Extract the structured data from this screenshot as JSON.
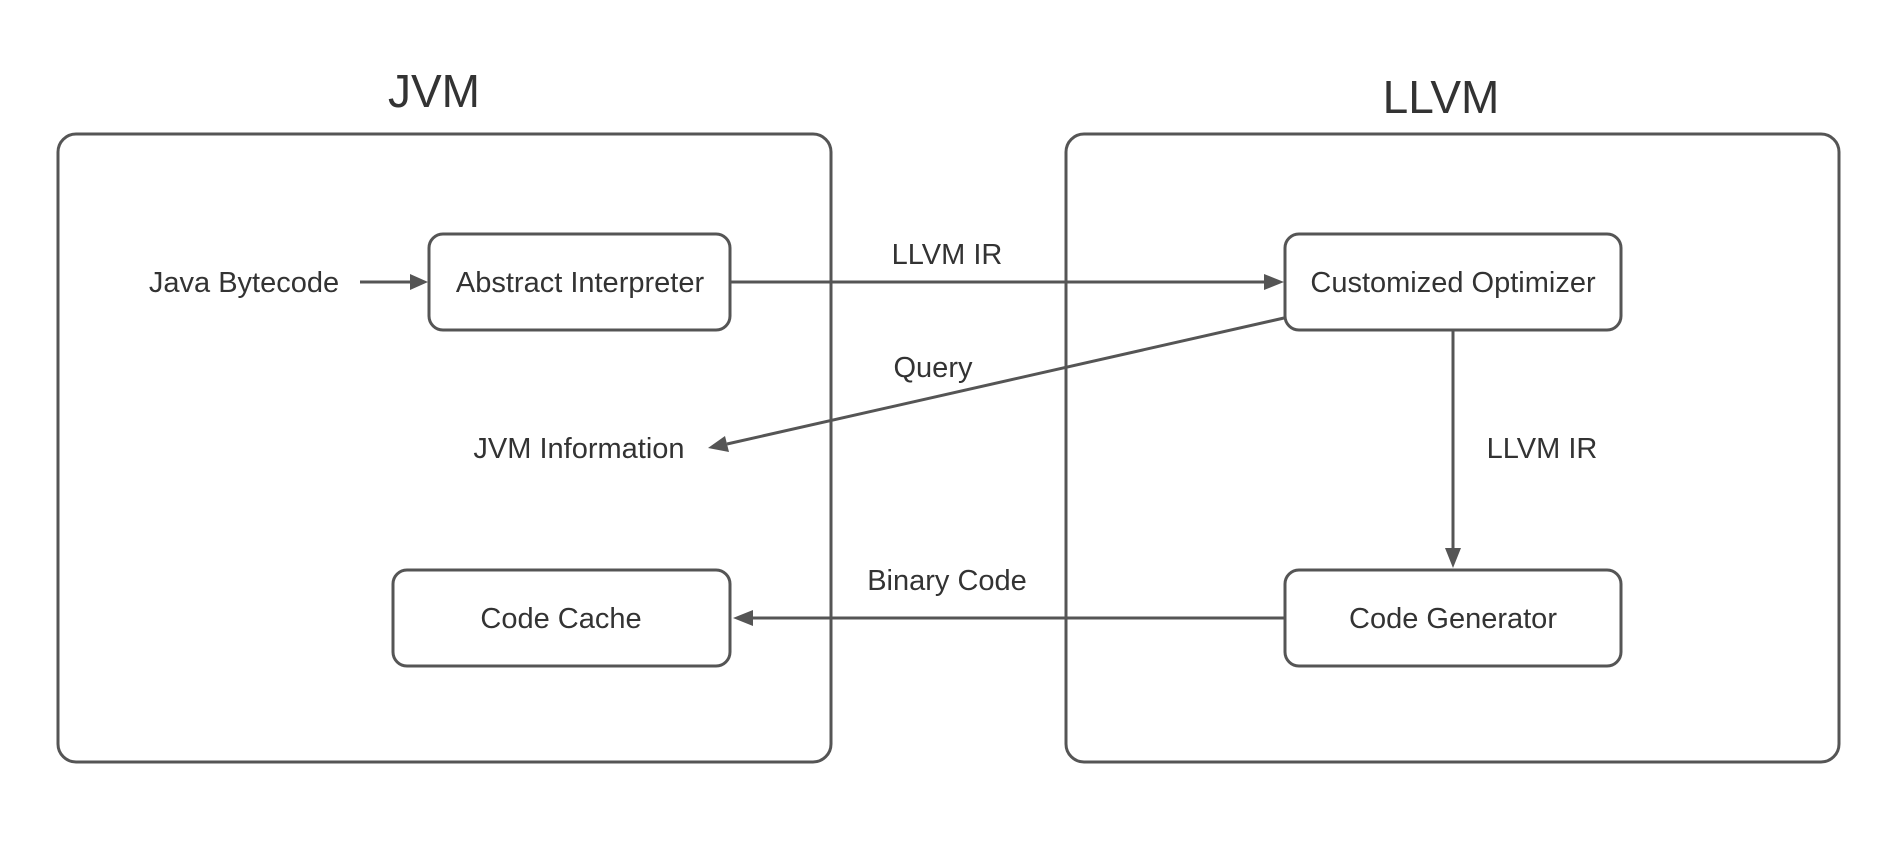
{
  "containers": {
    "jvm": {
      "title": "JVM"
    },
    "llvm": {
      "title": "LLVM"
    }
  },
  "nodes": {
    "abstract_interpreter": "Abstract Interpreter",
    "code_cache": "Code Cache",
    "customized_optimizer": "Customized Optimizer",
    "code_generator": "Code Generator"
  },
  "free_labels": {
    "java_bytecode": "Java Bytecode",
    "jvm_information": "JVM Information"
  },
  "edges": {
    "interpreter_to_optimizer": "LLVM IR",
    "optimizer_query": "Query",
    "optimizer_to_generator": "LLVM IR",
    "generator_to_cache": "Binary Code"
  },
  "colors": {
    "stroke": "#555555",
    "text": "#333333",
    "background": "#ffffff"
  }
}
